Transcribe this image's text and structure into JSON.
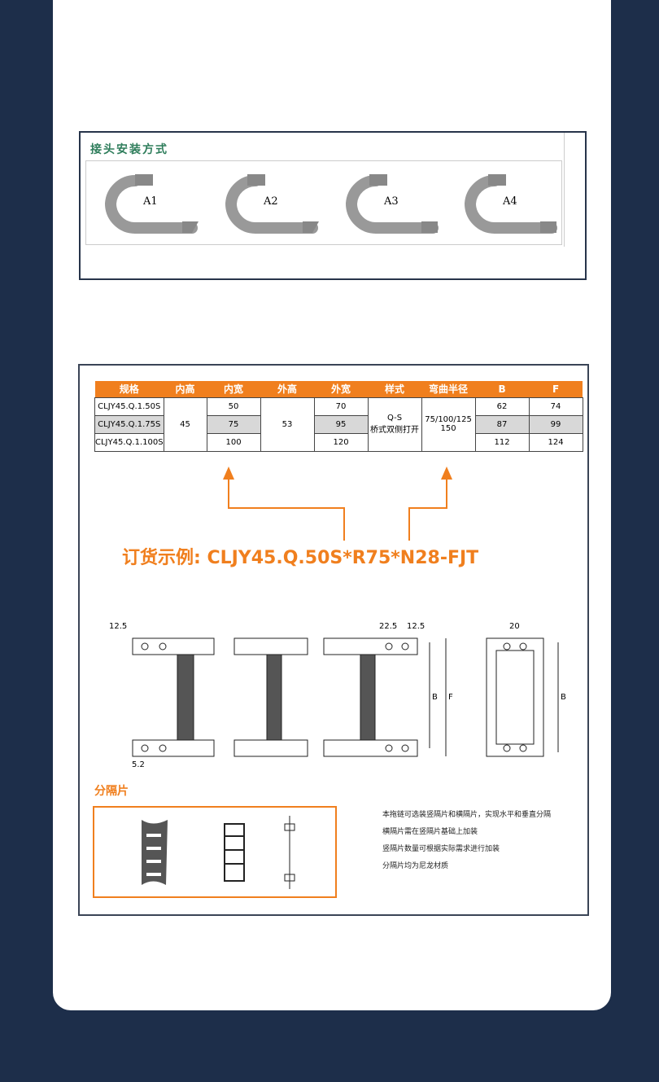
{
  "install": {
    "title": "接头安装方式",
    "labels": [
      "A1",
      "A2",
      "A3",
      "A4"
    ]
  },
  "table": {
    "headers": [
      "规格",
      "内高",
      "内宽",
      "外高",
      "外宽",
      "样式",
      "弯曲半径",
      "B",
      "F"
    ],
    "rows": [
      {
        "model": "CLJY45.Q.1.50S",
        "inner_w": "50",
        "outer_w": "70",
        "B": "62",
        "F": "74"
      },
      {
        "model": "CLJY45.Q.1.75S",
        "inner_w": "75",
        "outer_w": "95",
        "B": "87",
        "F": "99"
      },
      {
        "model": "CLJY45.Q.1.100S",
        "inner_w": "100",
        "outer_w": "120",
        "B": "112",
        "F": "124"
      }
    ],
    "inner_h": "45",
    "outer_h": "53",
    "style_line1": "Q-S",
    "style_line2": "桥式双侧打开",
    "radius_line1": "75/100/125",
    "radius_line2": "150"
  },
  "order_example": "订货示例: CLJY45.Q.50S*R75*N28-FJT",
  "dims": {
    "d1": "12.5",
    "d2": "5.2",
    "d3": "22.5",
    "d4": "12.5",
    "d5": "20",
    "B": "B",
    "F": "F"
  },
  "separator": {
    "title": "分隔片",
    "notes": [
      "本拖链可选装竖隔片和横隔片，实现水平和垂直分隔",
      "横隔片需在竖隔片基础上加装",
      "竖隔片数量可根据实际需求进行加装",
      "分隔片均为尼龙材质"
    ]
  }
}
